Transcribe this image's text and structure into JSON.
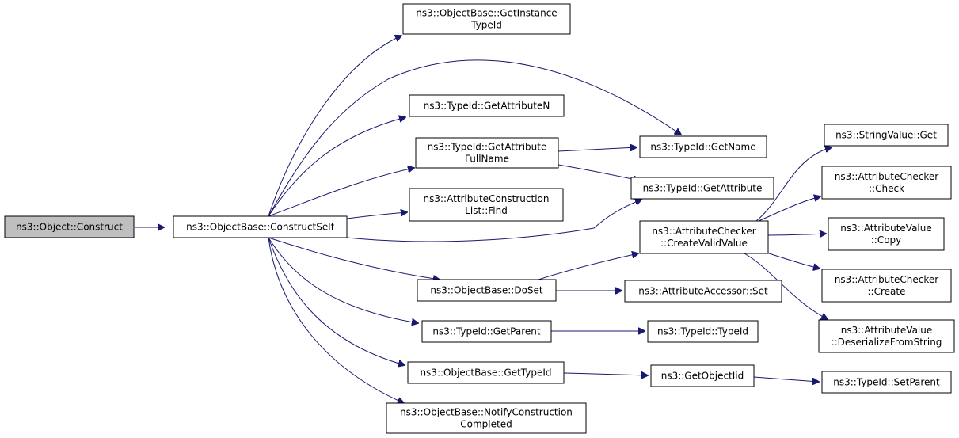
{
  "nodes": [
    {
      "id": "object-construct",
      "lines": [
        "ns3::Object::Construct"
      ],
      "root": true
    },
    {
      "id": "objectbase-constructself",
      "lines": [
        "ns3::ObjectBase::ConstructSelf"
      ]
    },
    {
      "id": "objectbase-getinstancetypeid",
      "lines": [
        "ns3::ObjectBase::GetInstance",
        "TypeId"
      ]
    },
    {
      "id": "typeid-getattributen",
      "lines": [
        "ns3::TypeId::GetAttributeN"
      ]
    },
    {
      "id": "typeid-getattributefullname",
      "lines": [
        "ns3::TypeId::GetAttribute",
        "FullName"
      ]
    },
    {
      "id": "attributeconstructionlist-find",
      "lines": [
        "ns3::AttributeConstruction",
        "List::Find"
      ]
    },
    {
      "id": "objectbase-doset",
      "lines": [
        "ns3::ObjectBase::DoSet"
      ]
    },
    {
      "id": "typeid-getparent",
      "lines": [
        "ns3::TypeId::GetParent"
      ]
    },
    {
      "id": "objectbase-gettypeid",
      "lines": [
        "ns3::ObjectBase::GetTypeId"
      ]
    },
    {
      "id": "objectbase-notifyconstructioncompleted",
      "lines": [
        "ns3::ObjectBase::NotifyConstruction",
        "Completed"
      ]
    },
    {
      "id": "typeid-getname",
      "lines": [
        "ns3::TypeId::GetName"
      ]
    },
    {
      "id": "typeid-getattribute",
      "lines": [
        "ns3::TypeId::GetAttribute"
      ]
    },
    {
      "id": "attributechecker-createvalidvalue",
      "lines": [
        "ns3::AttributeChecker",
        "::CreateValidValue"
      ]
    },
    {
      "id": "attributeaccessor-set",
      "lines": [
        "ns3::AttributeAccessor::Set"
      ]
    },
    {
      "id": "typeid-typeid",
      "lines": [
        "ns3::TypeId::TypeId"
      ]
    },
    {
      "id": "getobjectiid",
      "lines": [
        "ns3::GetObjectIid"
      ]
    },
    {
      "id": "stringvalue-get",
      "lines": [
        "ns3::StringValue::Get"
      ]
    },
    {
      "id": "attributechecker-check",
      "lines": [
        "ns3::AttributeChecker",
        "::Check"
      ]
    },
    {
      "id": "attributevalue-copy",
      "lines": [
        "ns3::AttributeValue",
        "::Copy"
      ]
    },
    {
      "id": "attributechecker-create",
      "lines": [
        "ns3::AttributeChecker",
        "::Create"
      ]
    },
    {
      "id": "attributevalue-deserializefromstring",
      "lines": [
        "ns3::AttributeValue",
        "::DeserializeFromString"
      ]
    },
    {
      "id": "typeid-setparent",
      "lines": [
        "ns3::TypeId::SetParent"
      ]
    }
  ],
  "edges": [
    {
      "from": "object-construct",
      "to": "objectbase-constructself"
    },
    {
      "from": "objectbase-constructself",
      "to": "objectbase-getinstancetypeid"
    },
    {
      "from": "objectbase-constructself",
      "to": "typeid-getname"
    },
    {
      "from": "objectbase-constructself",
      "to": "typeid-getattributen"
    },
    {
      "from": "objectbase-constructself",
      "to": "typeid-getattributefullname"
    },
    {
      "from": "objectbase-constructself",
      "to": "attributeconstructionlist-find"
    },
    {
      "from": "objectbase-constructself",
      "to": "typeid-getattribute"
    },
    {
      "from": "objectbase-constructself",
      "to": "objectbase-doset"
    },
    {
      "from": "objectbase-constructself",
      "to": "typeid-getparent"
    },
    {
      "from": "objectbase-constructself",
      "to": "objectbase-gettypeid"
    },
    {
      "from": "objectbase-constructself",
      "to": "objectbase-notifyconstructioncompleted"
    },
    {
      "from": "typeid-getattributefullname",
      "to": "typeid-getname"
    },
    {
      "from": "typeid-getattributefullname",
      "to": "typeid-getattribute"
    },
    {
      "from": "objectbase-doset",
      "to": "attributechecker-createvalidvalue"
    },
    {
      "from": "objectbase-doset",
      "to": "attributeaccessor-set"
    },
    {
      "from": "typeid-getparent",
      "to": "typeid-typeid"
    },
    {
      "from": "objectbase-gettypeid",
      "to": "getobjectiid"
    },
    {
      "from": "attributechecker-createvalidvalue",
      "to": "stringvalue-get"
    },
    {
      "from": "attributechecker-createvalidvalue",
      "to": "attributechecker-check"
    },
    {
      "from": "attributechecker-createvalidvalue",
      "to": "attributevalue-copy"
    },
    {
      "from": "attributechecker-createvalidvalue",
      "to": "attributechecker-create"
    },
    {
      "from": "attributechecker-createvalidvalue",
      "to": "attributevalue-deserializefromstring"
    },
    {
      "from": "getobjectiid",
      "to": "typeid-setparent"
    }
  ],
  "colors": {
    "edge": "#191970",
    "root_fill": "#bfbfbf",
    "node_fill": "#ffffff",
    "node_border": "#000000"
  }
}
